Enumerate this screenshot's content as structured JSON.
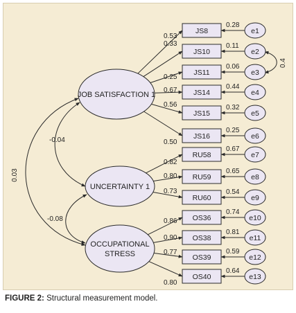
{
  "caption": {
    "label": "FIGURE 2:",
    "text": "Structural measurement model."
  },
  "latents": [
    {
      "id": "js",
      "lines": [
        "JOB SATISFACTION 1"
      ]
    },
    {
      "id": "unc",
      "lines": [
        "UNCERTAINTY 1"
      ]
    },
    {
      "id": "os",
      "lines": [
        "OCCUPATIONAL",
        "STRESS"
      ]
    }
  ],
  "indicators": [
    {
      "name": "JS8",
      "latent": "js",
      "loading": "0.53",
      "error": "e1",
      "error_value": "0.28"
    },
    {
      "name": "JS10",
      "latent": "js",
      "loading": "0.33",
      "error": "e2",
      "error_value": "0.11"
    },
    {
      "name": "JS11",
      "latent": "js",
      "loading": "0.25",
      "error": "e3",
      "error_value": "0.06"
    },
    {
      "name": "JS14",
      "latent": "js",
      "loading": "0.67",
      "error": "e4",
      "error_value": "0.44"
    },
    {
      "name": "JS15",
      "latent": "js",
      "loading": "0.56",
      "error": "e5",
      "error_value": "0.32"
    },
    {
      "name": "JS16",
      "latent": "js",
      "loading": "0.50",
      "error": "e6",
      "error_value": "0.25"
    },
    {
      "name": "RU58",
      "latent": "unc",
      "loading": "0.82",
      "error": "e7",
      "error_value": "0.67"
    },
    {
      "name": "RU59",
      "latent": "unc",
      "loading": "0.80",
      "error": "e8",
      "error_value": "0.65"
    },
    {
      "name": "RU60",
      "latent": "unc",
      "loading": "0.73",
      "error": "e9",
      "error_value": "0.54"
    },
    {
      "name": "OS36",
      "latent": "os",
      "loading": "0.86",
      "error": "e10",
      "error_value": "0.74"
    },
    {
      "name": "OS38",
      "latent": "os",
      "loading": "0.90",
      "error": "e11",
      "error_value": "0.81"
    },
    {
      "name": "OS39",
      "latent": "os",
      "loading": "0.77",
      "error": "e12",
      "error_value": "0.59"
    },
    {
      "name": "OS40",
      "latent": "os",
      "loading": "0.80",
      "error": "e13",
      "error_value": "0.64"
    }
  ],
  "covariances": [
    {
      "from": "js",
      "to": "unc",
      "value": "-0.04"
    },
    {
      "from": "unc",
      "to": "os",
      "value": "-0.08"
    },
    {
      "from": "js",
      "to": "os",
      "value": "0.03"
    },
    {
      "from": "e2",
      "to": "e3",
      "value": "0.4"
    }
  ],
  "colors": {
    "background": "#f5ecd4",
    "node_fill": "#ebe6f3",
    "stroke": "#2a2a2a"
  }
}
